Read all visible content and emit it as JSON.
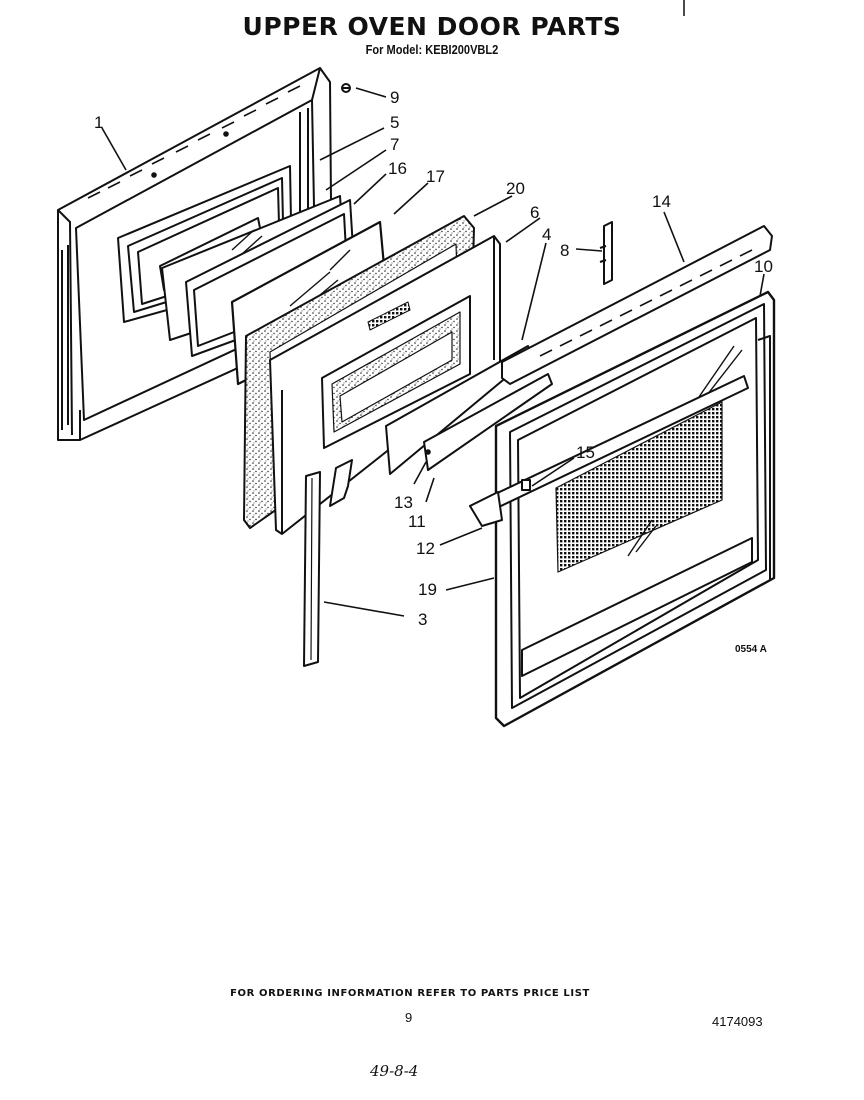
{
  "header": {
    "title": "UPPER OVEN DOOR PARTS",
    "subtitle": "For Model: KEBI200VBL2"
  },
  "callouts": {
    "c1": "1",
    "c3": "3",
    "c4": "4",
    "c5": "5",
    "c6": "6",
    "c7": "7",
    "c8": "8",
    "c9": "9",
    "c10": "10",
    "c11": "11",
    "c12": "12",
    "c13": "13",
    "c14": "14",
    "c15": "15",
    "c16": "16",
    "c17": "17",
    "c19": "19",
    "c20": "20"
  },
  "figure_code": "0554 A",
  "footer": {
    "ordering_note": "FOR ORDERING INFORMATION REFER TO PARTS PRICE LIST",
    "page_number": "9",
    "document_number": "4174093",
    "handwritten_mark": "49-8-4"
  }
}
